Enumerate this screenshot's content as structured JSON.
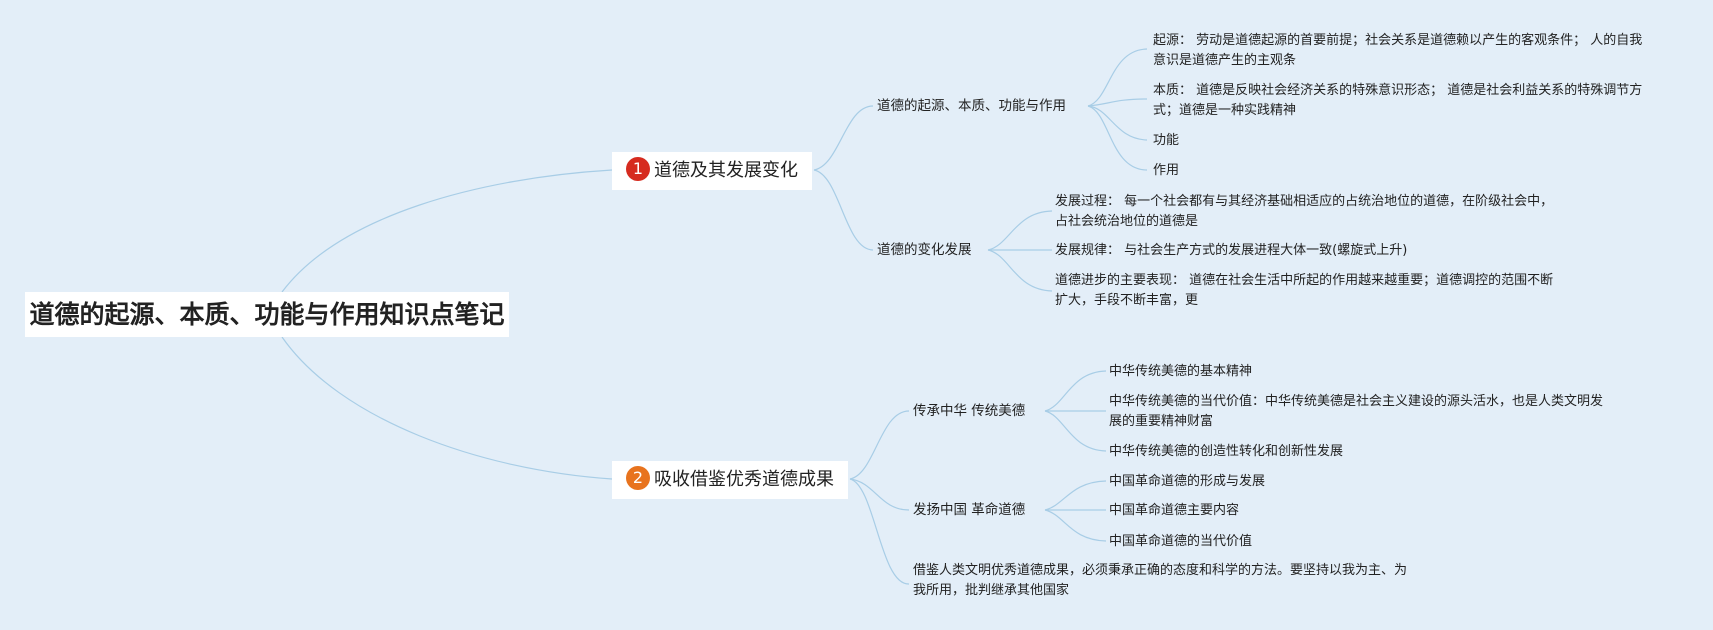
{
  "root": {
    "title": "道德的起源、本质、功能与作用知识点笔记"
  },
  "colors": {
    "background": "#e3eef8",
    "edge": "#a8cde6",
    "badge1": "#d62b1f",
    "badge2": "#e8731e"
  },
  "branch1": {
    "badge": "1",
    "label": "道德及其发展变化",
    "sub1": {
      "label": "道德的起源、本质、功能与作用",
      "items": [
        "起源：  劳动是道德起源的首要前提；社会关系是道德赖以产生的客观条件；  人的自我意识是道德产生的主观条",
        "本质：  道德是反映社会经济关系的特殊意识形态；  道德是社会利益关系的特殊调节方式；道德是一种实践精神",
        "功能",
        "作用"
      ]
    },
    "sub2": {
      "label": "道德的变化发展",
      "items": [
        "发展过程：  每一个社会都有与其经济基础相适应的占统治地位的道德，在阶级社会中，占社会统治地位的道德是",
        "发展规律：  与社会生产方式的发展进程大体一致(螺旋式上升)",
        "道德进步的主要表现：  道德在社会生活中所起的作用越来越重要；道德调控的范围不断扩大，手段不断丰富，更"
      ]
    }
  },
  "branch2": {
    "badge": "2",
    "label": "吸收借鉴优秀道德成果",
    "sub1": {
      "label": "传承中华 传统美德",
      "items": [
        "中华传统美德的基本精神",
        "中华传统美德的当代价值：中华传统美德是社会主义建设的源头活水，也是人类文明发展的重要精神财富",
        "中华传统美德的创造性转化和创新性发展"
      ]
    },
    "sub2": {
      "label": "发扬中国 革命道德",
      "items": [
        "中国革命道德的形成与发展",
        "中国革命道德主要内容",
        "中国革命道德的当代价值"
      ]
    },
    "sub3": {
      "label": "借鉴人类文明优秀道德成果，必须秉承正确的态度和科学的方法。要坚持以我为主、为我所用，批判继承其他国家"
    }
  }
}
